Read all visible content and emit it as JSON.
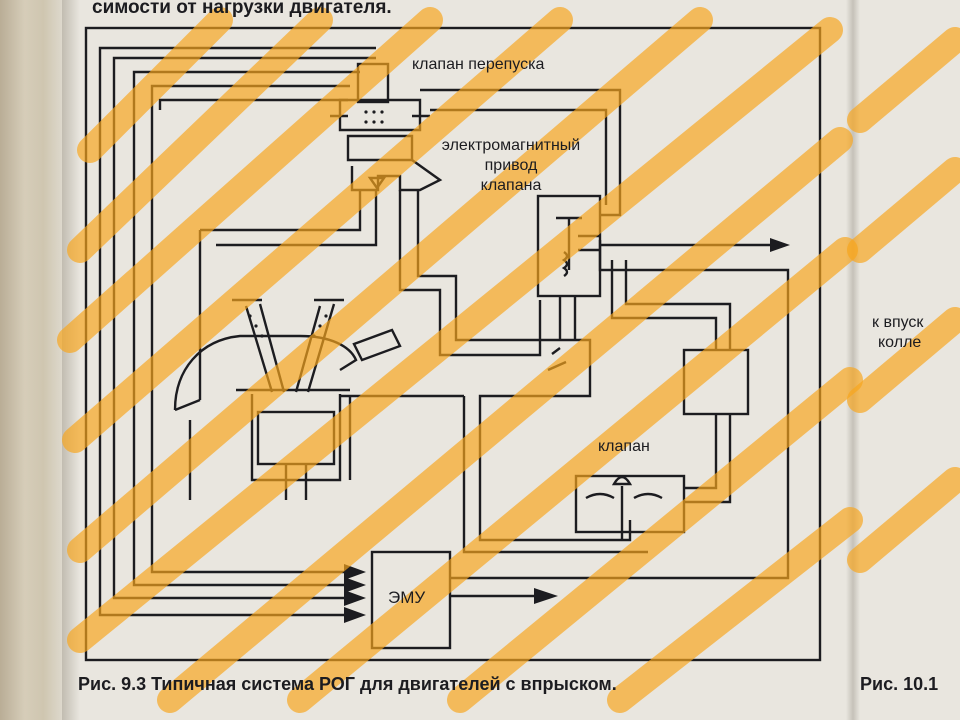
{
  "header": {
    "top_text": "симости от нагрузки двигателя."
  },
  "diagram": {
    "labels": {
      "bypass_valve": "клапан перепуска",
      "actuator_line1": "электромагнитный",
      "actuator_line2": "привод",
      "actuator_line3": "клапана",
      "valve": "клапан",
      "ecu": "ЭМУ"
    }
  },
  "caption": {
    "main": "Рис. 9.3 Типичная система РОГ для двигателей с впрыском."
  },
  "adjacent_page": {
    "label_line1": "к впуск",
    "label_line2": "колле",
    "caption": "Рис. 10.1"
  },
  "colors": {
    "ink": "#1c1c20",
    "paper": "#e9e6df",
    "highlighter": "#f7a51c"
  }
}
